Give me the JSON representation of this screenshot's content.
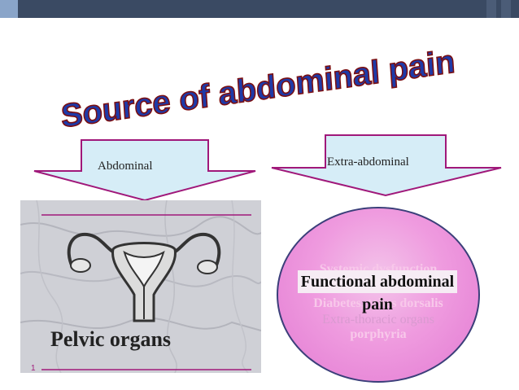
{
  "slide": {
    "title": "Source of abdominal pain",
    "arrows": [
      {
        "label": "Abdominal"
      },
      {
        "label": "Extra-abdominal"
      }
    ],
    "pelvic_label": "Pelvic organs",
    "circle": {
      "ghost_lines": [
        "Systemic dysfunction",
        "Diabetes, tabes dorsalis",
        "Extra-thoracic organs",
        "porphyria"
      ],
      "main_line1": "Functional abdominal",
      "main_line2": "pain"
    },
    "page_number": "1"
  },
  "colors": {
    "topbar": "#3a4a63",
    "title_fill": "#1e3aa8",
    "title_stroke": "#7a0f12",
    "arrow_fill": "#d6edf7",
    "arrow_border": "#a0187a",
    "circle_fill": "#ef9bdf"
  }
}
